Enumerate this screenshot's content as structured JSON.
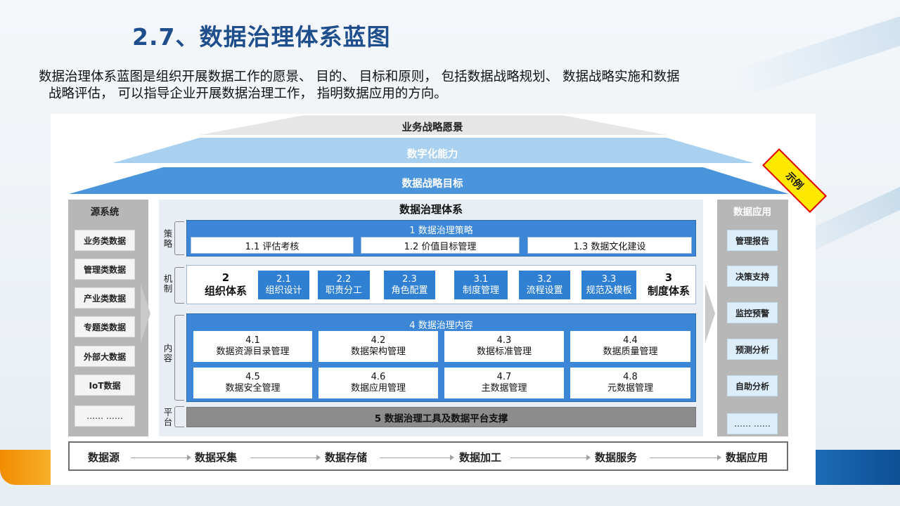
{
  "page": {
    "title": "2.7、数据治理体系蓝图",
    "intro_line1": "数据治理体系蓝图是组织开展数据工作的愿景、 目的、 目标和原则， 包括数据战略规划、 数据战略实施和数据",
    "intro_line2": "战略评估， 可以指导企业开展数据治理工作， 指明数据应用的方向。"
  },
  "roof": {
    "vision": "业务战略愿景",
    "capability": "数字化能力",
    "goal": "数据战略目标"
  },
  "stamp": "示例",
  "source": {
    "title": "源系统",
    "items": [
      "业务类数据",
      "管理类数据",
      "产业类数据",
      "专题类数据",
      "外部大数据",
      "IoT数据",
      "…… ……"
    ]
  },
  "apps": {
    "title": "数据应用",
    "items": [
      "管理报告",
      "决策支持",
      "监控预警",
      "预测分析",
      "自助分析",
      "…… ……"
    ]
  },
  "governance": {
    "title": "数据治理体系",
    "labels": {
      "strategy": "策略",
      "mechanism": "机制",
      "content": "内容",
      "platform": "平台"
    },
    "strategy": {
      "title": "1 数据治理策略",
      "items": [
        "1.1 评估考核",
        "1.2 价值目标管理",
        "1.3 数据文化建设"
      ]
    },
    "mechanism": {
      "org_num": "2",
      "org_title": "组织体系",
      "sys_num": "3",
      "sys_title": "制度体系",
      "items": [
        {
          "num": "2.1",
          "label": "组织设计"
        },
        {
          "num": "2.2",
          "label": "职责分工"
        },
        {
          "num": "2.3",
          "label": "角色配置"
        },
        {
          "num": "3.1",
          "label": "制度管理"
        },
        {
          "num": "3.2",
          "label": "流程设置"
        },
        {
          "num": "3.3",
          "label": "规范及模板"
        }
      ]
    },
    "content": {
      "title": "4 数据治理内容",
      "items": [
        {
          "num": "4.1",
          "label": "数据资源目录管理"
        },
        {
          "num": "4.2",
          "label": "数据架构管理"
        },
        {
          "num": "4.3",
          "label": "数据标准管理"
        },
        {
          "num": "4.4",
          "label": "数据质量管理"
        },
        {
          "num": "4.5",
          "label": "数据安全管理"
        },
        {
          "num": "4.6",
          "label": "数据应用管理"
        },
        {
          "num": "4.7",
          "label": "主数据管理"
        },
        {
          "num": "4.8",
          "label": "元数据管理"
        }
      ]
    },
    "platform": "5 数据治理工具及数据平台支撑"
  },
  "pipeline": [
    "数据源",
    "数据采集",
    "数据存储",
    "数据加工",
    "数据服务",
    "数据应用"
  ],
  "colors": {
    "title": "#1f4e8c",
    "band_blue": "#3b86d6",
    "roof_light": "#a9d1ef",
    "roof_mid": "#4a94dc",
    "stamp_yellow": "#ffe800",
    "stamp_red": "#e00000"
  }
}
